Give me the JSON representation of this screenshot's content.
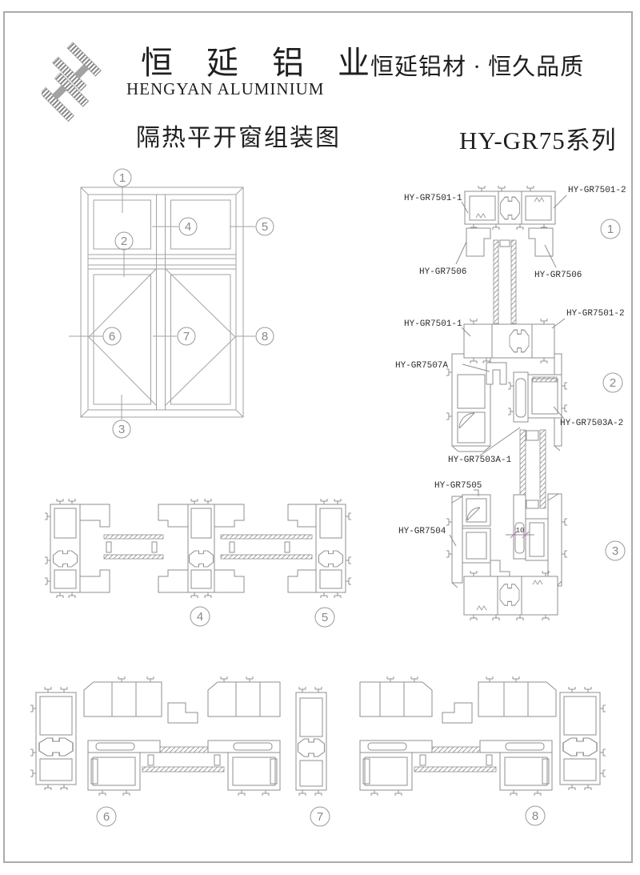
{
  "colors": {
    "line": "#8f8f8f",
    "elevation_line": "#a3a3a3",
    "label_text": "#2b2b2b",
    "dim_tick": "#c76ec7",
    "page_border": "#ababab",
    "logo_gray": "#9a9a9a"
  },
  "header": {
    "logo_icon": "hengyan-h-monogram",
    "brand_cn": "恒 延 铝 业",
    "brand_en": "HENGYAN ALUMINIUM",
    "slogan": "恒延铝材 · 恒久品质",
    "drawing_title": "隔热平开窗组装图",
    "series": "HY-GR75系列"
  },
  "elevation": {
    "callouts": {
      "c1": "1",
      "c2": "2",
      "c3": "3",
      "c4": "4",
      "c5": "5",
      "c6": "6",
      "c7": "7",
      "c8": "8"
    }
  },
  "details": {
    "d1": {
      "num": "1",
      "label_left": "HY-GR7501-1",
      "label_right": "HY-GR7501-2",
      "label_bottom_left": "HY-GR7506",
      "label_bottom_right": "HY-GR7506"
    },
    "d2": {
      "num": "2",
      "label_left": "HY-GR7501-1",
      "label_right": "HY-GR7501-2",
      "label_connector": "HY-GR7507A",
      "label_sash": "HY-GR7503A-2",
      "label_bottom": "HY-GR7503A-1"
    },
    "d3": {
      "num": "3",
      "label_top": "HY-GR7505",
      "label_left": "HY-GR7504",
      "dimension": "10"
    },
    "d4": {
      "num": "4"
    },
    "d5": {
      "num": "5"
    },
    "d6": {
      "num": "6"
    },
    "d7": {
      "num": "7"
    },
    "d8": {
      "num": "8"
    }
  }
}
